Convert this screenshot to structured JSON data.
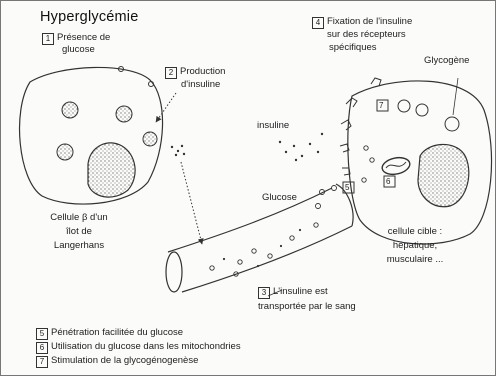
{
  "title": "Hyperglycémie",
  "steps": {
    "s1": {
      "num": "1",
      "text": "Présence de",
      "text2": "glucose"
    },
    "s2": {
      "num": "2",
      "text": "Production",
      "text2": "d'insuline"
    },
    "s3": {
      "num": "3",
      "text": "L'insuline est",
      "text2": "transportée par le sang"
    },
    "s4": {
      "num": "4",
      "text": "Fixation de l'insuline",
      "text2": "sur des récepteurs",
      "text3": "spécifiques"
    },
    "s5": {
      "num": "5",
      "text": "Pénétration facilitée du glucose"
    },
    "s6": {
      "num": "6",
      "text": "Utilisation du glucose dans les mitochondries"
    },
    "s7": {
      "num": "7",
      "text": "Stimulation de la glycogénogenèse"
    }
  },
  "labels": {
    "beta_cell": [
      "Cellule β d'un",
      "îlot de",
      "Langerhans"
    ],
    "target_cell": [
      "cellule cible :",
      "hépatique,",
      "musculaire ..."
    ],
    "insuline": "insuline",
    "glucose": "Glucose",
    "glycogene": "Glycogène",
    "marker5": "5",
    "marker6": "6",
    "marker7": "7"
  }
}
